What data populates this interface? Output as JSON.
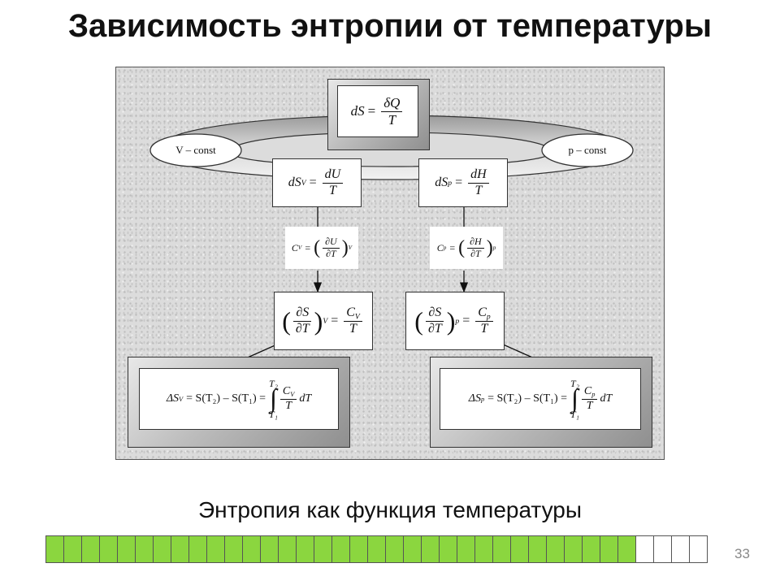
{
  "slide": {
    "title": "Зависимость энтропии от температуры",
    "caption": "Энтропия как функция температуры",
    "page_number": "33"
  },
  "diagram": {
    "top_formula": {
      "lhs": "dS",
      "num": "δQ",
      "den": "T"
    },
    "left_condition": "V – const",
    "right_condition": "p – const",
    "left_ds": {
      "lhs": "dS",
      "sub": "V",
      "num": "dU",
      "den": "T"
    },
    "right_ds": {
      "lhs": "dS",
      "sub": "p",
      "num": "dH",
      "den": "T"
    },
    "left_capacity": {
      "lhs": "C",
      "sub": "V",
      "num": "∂U",
      "den": "∂T",
      "index": "V"
    },
    "right_capacity": {
      "lhs": "C",
      "sub": "p",
      "num": "∂H",
      "den": "∂T",
      "index": "p"
    },
    "left_derivative": {
      "num": "∂S",
      "den": "∂T",
      "index": "V",
      "rnum": "C",
      "rsub": "V",
      "rden": "T"
    },
    "right_derivative": {
      "num": "∂S",
      "den": "∂T",
      "index": "p",
      "rnum": "C",
      "rsub": "p",
      "rden": "T"
    },
    "left_integral": {
      "delta": "ΔS",
      "sub": "V",
      "mid": "= S(T₂) – S(T₁) =",
      "upper": "T₂",
      "lower": "T₁",
      "num": "C",
      "nsub": "V",
      "den": "T",
      "tail": "dT"
    },
    "right_integral": {
      "delta": "ΔS",
      "sub": "p",
      "mid": "= S(T₂) – S(T₁) =",
      "upper": "T₂",
      "lower": "T₁",
      "num": "C",
      "nsub": "p",
      "den": "T",
      "tail": "dT"
    }
  },
  "progress": {
    "total": 37,
    "filled": 33,
    "filled_color": "#8bd63f"
  }
}
